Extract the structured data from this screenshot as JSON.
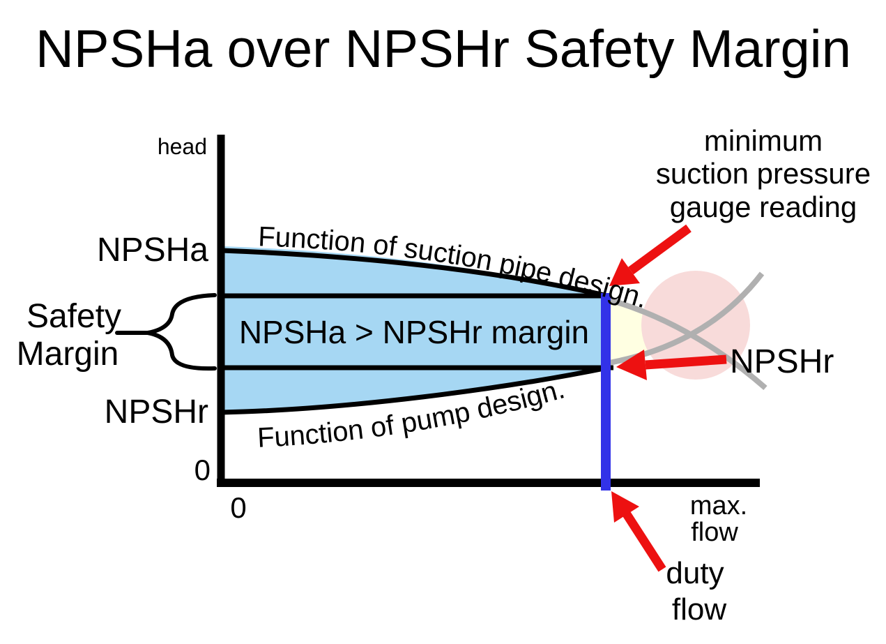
{
  "title": "NPSHa over NPSHr Safety Margin",
  "y_axis": {
    "label": "head",
    "origin": "0",
    "tick_npsha": "NPSHa",
    "tick_npshr": "NPSHr"
  },
  "x_axis": {
    "origin": "0",
    "max_label_line1": "max.",
    "max_label_line2": "flow"
  },
  "safety_margin": {
    "line1": "Safety",
    "line2": "Margin"
  },
  "region_label": "NPSHa > NPSHr margin",
  "curve_labels": {
    "suction": "Function of suction pipe design.",
    "pump": "Function of  pump  design."
  },
  "annotations": {
    "gauge_line1": "minimum",
    "gauge_line2": "suction pressure",
    "gauge_line3": "gauge reading",
    "npshr_curve": "NPSHr",
    "duty_line1": "duty",
    "duty_line2": "flow"
  },
  "colors": {
    "region_fill": "#a6d7f3",
    "duty_line_blue": "#3232e8",
    "arrow_red": "#ed1111",
    "cavitation_circle_pink": "#f8dbda",
    "margin_wedge_yellow": "#ffffe2",
    "extrapolated_curve_gray": "#b0b0b0",
    "ink": "#000000"
  }
}
